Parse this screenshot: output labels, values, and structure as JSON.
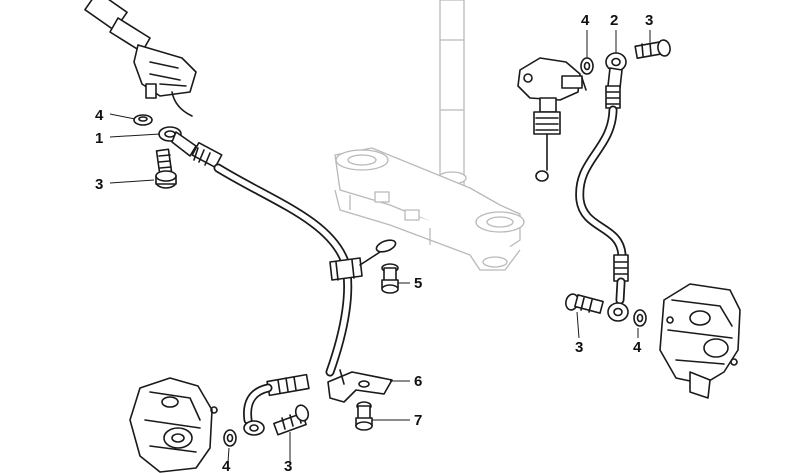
{
  "callouts": [
    {
      "id": "left-4-top",
      "label": "4"
    },
    {
      "id": "left-1",
      "label": "1"
    },
    {
      "id": "left-3-mid",
      "label": "3"
    },
    {
      "id": "center-5",
      "label": "5"
    },
    {
      "id": "center-6",
      "label": "6"
    },
    {
      "id": "center-7",
      "label": "7"
    },
    {
      "id": "bottom-4",
      "label": "4"
    },
    {
      "id": "bottom-3",
      "label": "3"
    },
    {
      "id": "right-4-top",
      "label": "4"
    },
    {
      "id": "right-2",
      "label": "2"
    },
    {
      "id": "right-3-top",
      "label": "3"
    },
    {
      "id": "right-3-bottom",
      "label": "3"
    },
    {
      "id": "right-4-bottom",
      "label": "4"
    }
  ]
}
